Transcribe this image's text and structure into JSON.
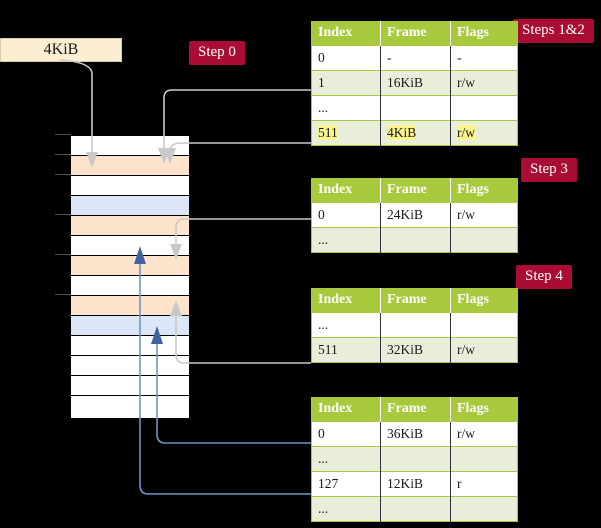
{
  "diagram": {
    "title_hidden": "",
    "accent_badge_color": "#a90d33",
    "table_header_color": "#a9c93c",
    "highlight_color": "#faf58c",
    "orange_row_color": "#fde3cb",
    "blue_row_color": "#dbe7f6",
    "page_box_color": "#fbeed2"
  },
  "badges": [
    {
      "label": "Step 0",
      "name": "step-0-badge"
    },
    {
      "label": "Steps 1&2",
      "name": "steps-1-2-badge"
    },
    {
      "label": "Step 3",
      "name": "step-3-badge"
    },
    {
      "label": "Step 4",
      "name": "step-4-badge"
    }
  ],
  "page_box": {
    "label": "4KiB"
  },
  "memory": {
    "rows": [
      {
        "fill": "white"
      },
      {
        "fill": "orange"
      },
      {
        "fill": "white"
      },
      {
        "fill": "blue"
      },
      {
        "fill": "orange"
      },
      {
        "fill": "white"
      },
      {
        "fill": "orange"
      },
      {
        "fill": "white"
      },
      {
        "fill": "orange"
      },
      {
        "fill": "blue"
      },
      {
        "fill": "white"
      },
      {
        "fill": "white"
      },
      {
        "fill": "white"
      },
      {
        "fill": "white"
      }
    ]
  },
  "tables": [
    {
      "name": "page-table-level-4",
      "headers": [
        "Index",
        "Frame",
        "Flags"
      ],
      "rows": [
        {
          "cells": [
            "0",
            "-",
            "-"
          ],
          "alt": false,
          "highlight": false
        },
        {
          "cells": [
            "1",
            "16KiB",
            "r/w"
          ],
          "alt": true,
          "highlight": false
        },
        {
          "cells": [
            "...",
            "",
            ""
          ],
          "alt": false,
          "highlight": false
        },
        {
          "cells": [
            "511",
            "4KiB",
            "r/w"
          ],
          "alt": true,
          "highlight": true
        }
      ]
    },
    {
      "name": "page-table-level-3",
      "headers": [
        "Index",
        "Frame",
        "Flags"
      ],
      "rows": [
        {
          "cells": [
            "0",
            "24KiB",
            "r/w"
          ],
          "alt": false,
          "highlight": false
        },
        {
          "cells": [
            "...",
            "",
            ""
          ],
          "alt": true,
          "highlight": false
        }
      ]
    },
    {
      "name": "page-table-level-2",
      "headers": [
        "Index",
        "Frame",
        "Flags"
      ],
      "rows": [
        {
          "cells": [
            "...",
            "",
            ""
          ],
          "alt": false,
          "highlight": false
        },
        {
          "cells": [
            "511",
            "32KiB",
            "r/w"
          ],
          "alt": true,
          "highlight": false
        }
      ]
    },
    {
      "name": "page-table-level-1",
      "headers": [
        "Index",
        "Frame",
        "Flags"
      ],
      "rows": [
        {
          "cells": [
            "0",
            "36KiB",
            "r/w"
          ],
          "alt": false,
          "highlight": false
        },
        {
          "cells": [
            "...",
            "",
            ""
          ],
          "alt": true,
          "highlight": false
        },
        {
          "cells": [
            "127",
            "12KiB",
            "r"
          ],
          "alt": false,
          "highlight": false
        },
        {
          "cells": [
            "...",
            "",
            ""
          ],
          "alt": true,
          "highlight": false
        }
      ]
    }
  ]
}
